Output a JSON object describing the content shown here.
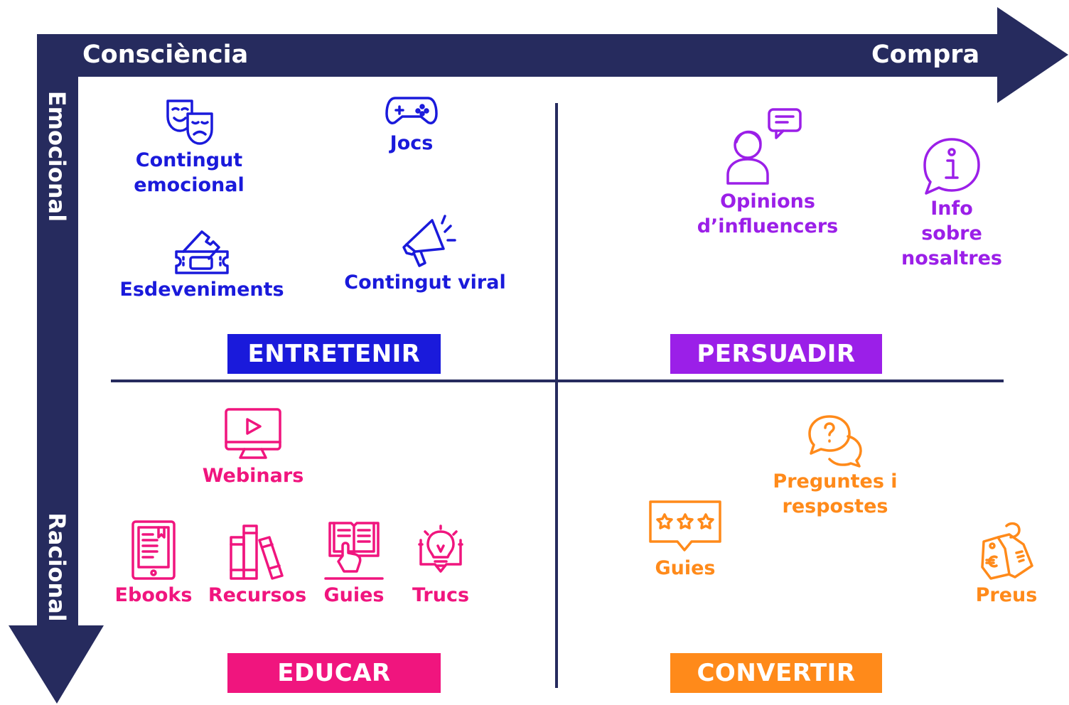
{
  "axes": {
    "horizontal_start": "Consciència",
    "horizontal_end": "Compra",
    "vertical_start": "Emocional",
    "vertical_end": "Racional",
    "axis_color": "#262b5e"
  },
  "quadrants": {
    "entretenir": {
      "title": "ENTRETENIR",
      "color": "#1a1adb",
      "items": [
        {
          "label": "Contingut emocional",
          "icon": "theater-masks-icon"
        },
        {
          "label": "Jocs",
          "icon": "gamepad-icon"
        },
        {
          "label": "Esdeveniments",
          "icon": "tickets-icon"
        },
        {
          "label": "Contingut viral",
          "icon": "megaphone-icon"
        }
      ]
    },
    "persuadir": {
      "title": "PERSUADIR",
      "color": "#9b1fe8",
      "items": [
        {
          "label": "Opinions d’influencers",
          "icon": "influencer-chat-icon"
        },
        {
          "label": "Info sobre nosaltres",
          "icon": "info-bubble-icon"
        }
      ]
    },
    "educar": {
      "title": "EDUCAR",
      "color": "#f0157e",
      "items": [
        {
          "label": "Webinars",
          "icon": "monitor-play-icon"
        },
        {
          "label": "Ebooks",
          "icon": "ereader-icon"
        },
        {
          "label": "Recursos",
          "icon": "books-icon"
        },
        {
          "label": "Guies",
          "icon": "open-book-icon"
        },
        {
          "label": "Trucs",
          "icon": "lightbulb-icon"
        }
      ]
    },
    "convertir": {
      "title": "CONVERTIR",
      "color": "#ff8a1a",
      "items": [
        {
          "label": "Preguntes i respostes",
          "icon": "question-bubbles-icon"
        },
        {
          "label": "Guies",
          "icon": "star-rating-icon"
        },
        {
          "label": "Preus",
          "icon": "price-tag-icon"
        }
      ]
    }
  }
}
